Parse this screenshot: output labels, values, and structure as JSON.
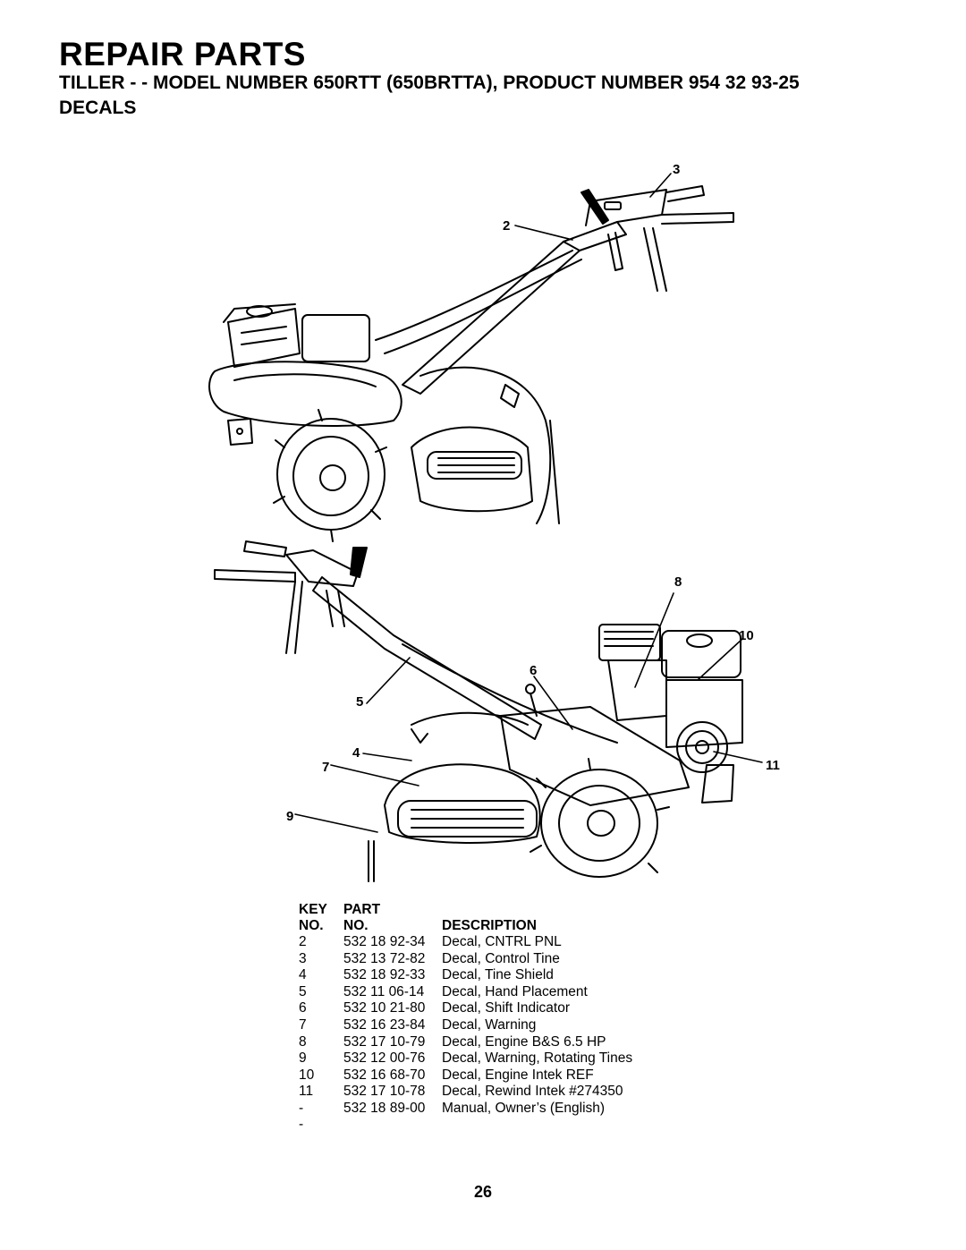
{
  "header": {
    "title": "REPAIR PARTS",
    "subtitle": "TILLER - - MODEL NUMBER 650RTT (650BRTTA), PRODUCT NUMBER 954 32 93-25",
    "section": "DECALS"
  },
  "callouts": {
    "c2": "2",
    "c3": "3",
    "c4": "4",
    "c5": "5",
    "c6": "6",
    "c7": "7",
    "c8": "8",
    "c9": "9",
    "c10": "10",
    "c11": "11"
  },
  "table": {
    "head1": {
      "key": "KEY",
      "part": "PART",
      "desc": ""
    },
    "head2": {
      "key": "NO.",
      "part": "NO.",
      "desc": "DESCRIPTION"
    },
    "rows": [
      {
        "key": "2",
        "part": "532 18 92-34",
        "desc": "Decal, CNTRL PNL"
      },
      {
        "key": "3",
        "part": "532 13 72-82",
        "desc": "Decal, Control Tine"
      },
      {
        "key": "4",
        "part": "532 18 92-33",
        "desc": "Decal, Tine Shield"
      },
      {
        "key": "5",
        "part": "532 11 06-14",
        "desc": "Decal, Hand Placement"
      },
      {
        "key": "6",
        "part": "532 10 21-80",
        "desc": "Decal, Shift Indicator"
      },
      {
        "key": "7",
        "part": "532 16 23-84",
        "desc": "Decal, Warning"
      },
      {
        "key": "8",
        "part": "532 17 10-79",
        "desc": "Decal, Engine B&S 6.5 HP"
      },
      {
        "key": "9",
        "part": "532 12 00-76",
        "desc": "Decal, Warning, Rotating Tines"
      },
      {
        "key": "10",
        "part": "532 16 68-70",
        "desc": "Decal, Engine Intek REF"
      },
      {
        "key": "11",
        "part": "532 17 10-78",
        "desc": "Decal, Rewind Intek #274350"
      },
      {
        "key": "- -",
        "part": "532 18 89-00",
        "desc": "Manual, Owner’s (English)"
      }
    ]
  },
  "page_number": "26"
}
